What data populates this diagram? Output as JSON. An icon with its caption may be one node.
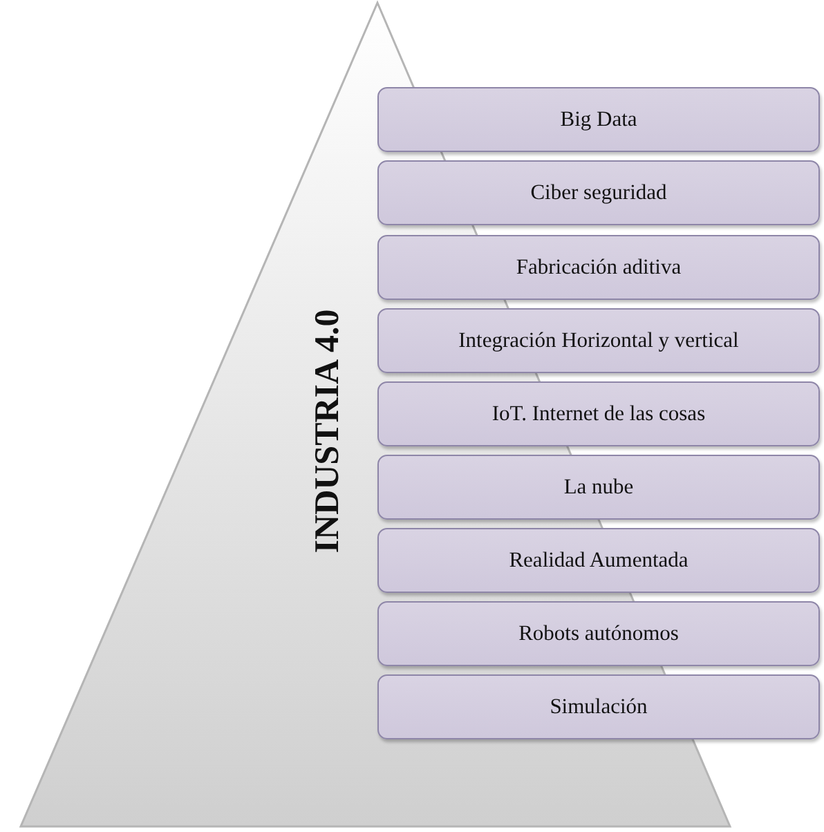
{
  "diagram": {
    "nodes": [
      {
        "text": [
          "INDUSTRIA 4.0"
        ]
      },
      {
        "text": [
          "Big Data"
        ]
      },
      {
        "text": [
          "Ciber seguridad"
        ]
      },
      {
        "text": [
          "Fabricación aditiva"
        ]
      },
      {
        "text": [
          "Integración Horizontal y vertical"
        ]
      },
      {
        "text": [
          "IoT. Internet de las cosas"
        ]
      },
      {
        "text": [
          "La nube"
        ]
      },
      {
        "text": [
          "Realidad Aumentada"
        ]
      },
      {
        "text": [
          "Robots autónomos"
        ]
      },
      {
        "text": [
          "Simulación"
        ]
      }
    ]
  }
}
